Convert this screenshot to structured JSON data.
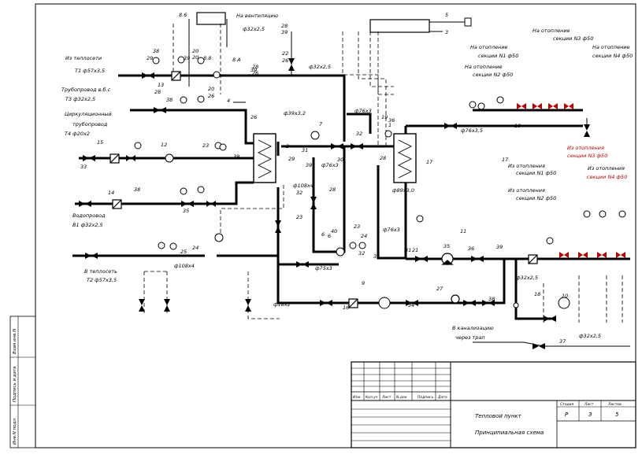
{
  "labels": {
    "ventilation": "На вентиляцию",
    "vent_size": "ф32х2,5",
    "from_network": "Из теплосети",
    "t1": "Т1 ф57х3,5",
    "t3_pipe": "Трубопровод в.б.с",
    "t3": "Т3 ф32х2,5",
    "circ1": "Циркуляционный",
    "circ2": "трубопровод",
    "t4": "Т4 ф20х2",
    "water1": "Водопровод",
    "water2": "В1 ф32х2,5",
    "to_network": "В теплосеть",
    "t2": "Т2 ф57х3,5",
    "sewer1": "В канализацию",
    "sewer2": "через трап",
    "sewer_size": "ф32х2,5",
    "heat_s1_a": "На отопление",
    "heat_s1_b": "секции N1 ф50",
    "heat_s2_a": "На отопление",
    "heat_s2_b": "секции N2 ф50",
    "heat_s3_a": "На отопление",
    "heat_s3_b": "секции N3 ф50",
    "heat_s4_a": "На отопление",
    "heat_s4_b": "секции N4 ф50",
    "ret_s1_a": "Из отопления",
    "ret_s1_b": "секции N1 ф50",
    "ret_s2_a": "Из отопления",
    "ret_s2_b": "секции N2 ф50",
    "ret_s3_a": "Из отопления",
    "ret_s3_b": "секции N3 ф50",
    "ret_s4_a": "Из отопления",
    "ret_s4_b": "секции N4 ф50",
    "d32": "ф32х2,5",
    "d76": "ф76х3",
    "d76b": "ф76х3,5",
    "d108": "ф108х4",
    "d89": "ф89х3,0",
    "d76c": "ф76х3",
    "d18": "ф18х2",
    "d108b": "ф108х4",
    "d39": "ф39х3,2",
    "d75": "ф75х3",
    "d32b": "ф32х2,5",
    "d76d": "ф76х3"
  },
  "numbers": [
    "8.6",
    "5",
    "3",
    "28",
    "39",
    "22",
    "26",
    "39",
    "20",
    "20",
    "38",
    "39",
    "8.8",
    "8.A",
    "29",
    "28",
    "26",
    "13",
    "4",
    "28",
    "38",
    "20",
    "26",
    "26",
    "2",
    "6",
    "21",
    "31",
    "30",
    "32",
    "7",
    "19",
    "28",
    "36",
    "1",
    "17",
    "18",
    "17",
    "11",
    "35",
    "36",
    "38",
    "39",
    "27",
    "34",
    "16",
    "9",
    "10",
    "18",
    "37",
    "14",
    "33",
    "35",
    "38",
    "12",
    "23",
    "24",
    "25",
    "15",
    "39",
    "32",
    "28",
    "23",
    "6",
    "40",
    "29",
    "39",
    "24",
    "23",
    "31",
    "32",
    "33"
  ],
  "sidebar": [
    "Инв.N подл.",
    "Подпись и дата",
    "Взам.инв.N"
  ],
  "title_block": {
    "head": [
      "Изм.",
      "Кол.уч",
      "Лист",
      "N.док",
      "Подпись",
      "Дата"
    ],
    "project": "Тепловой пункт",
    "sheet_name": "Принципиальная схема",
    "stage_label": "Стадия",
    "sheet_label": "Лист",
    "sheets_label": "Листов",
    "stage": "Р",
    "sheet": "3",
    "sheets": "5"
  },
  "colors": {
    "line": "#000000",
    "accent": "#c00000"
  }
}
